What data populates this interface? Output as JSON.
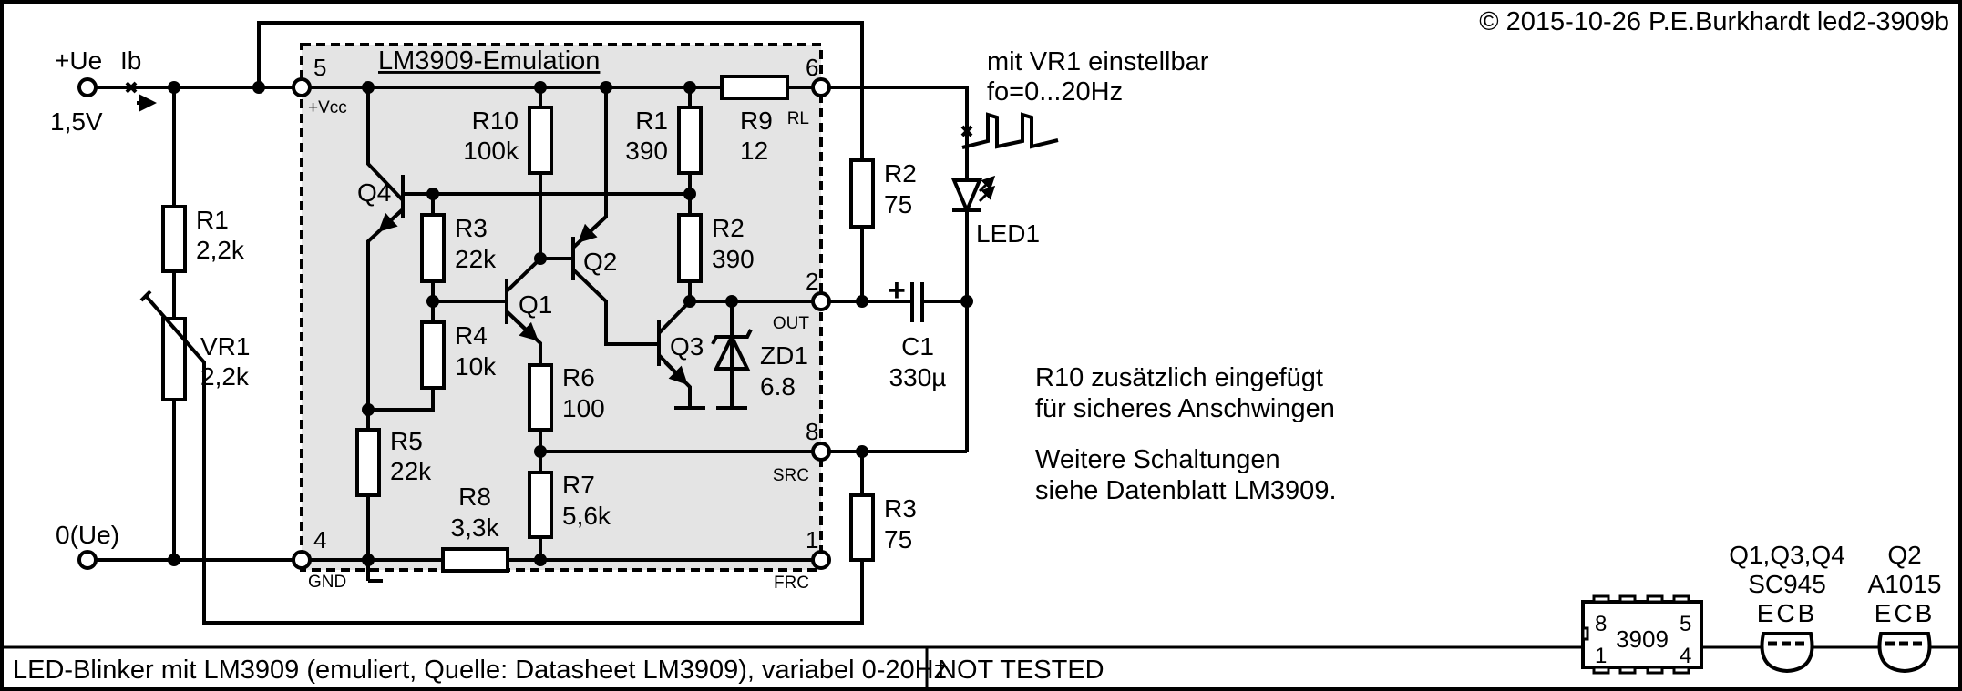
{
  "copyright": "© 2015-10-26 P.E.Burkhardt led2-3909b",
  "title_block": {
    "description": "LED-Blinker mit LM3909 (emuliert, Quelle: Datasheet LM3909), variabel 0-20Hz",
    "status": "NOT TESTED"
  },
  "colors": {
    "ic_fill": "#e4e4e4",
    "line": "#000000",
    "background": "#ffffff"
  },
  "supply": {
    "plus_label": "+Ue",
    "current_label": "Ib",
    "voltage": "1,5V",
    "ground_label": "0(Ue)"
  },
  "ic": {
    "title": "LM3909-Emulation",
    "pins": [
      {
        "number": "5",
        "name": "+Vcc"
      },
      {
        "number": "6",
        "name": "RL"
      },
      {
        "number": "2",
        "name": "OUT"
      },
      {
        "number": "8",
        "name": "SRC"
      },
      {
        "number": "1",
        "name": "FRC"
      },
      {
        "number": "4",
        "name": "GND"
      }
    ],
    "components": {
      "R10": {
        "name": "R10",
        "value": "100k"
      },
      "R1": {
        "name": "R1",
        "value": "390"
      },
      "R9": {
        "name": "R9",
        "value": "12"
      },
      "R2": {
        "name": "R2",
        "value": "390"
      },
      "R3": {
        "name": "R3",
        "value": "22k"
      },
      "R4": {
        "name": "R4",
        "value": "10k"
      },
      "R5": {
        "name": "R5",
        "value": "22k"
      },
      "R6": {
        "name": "R6",
        "value": "100"
      },
      "R7": {
        "name": "R7",
        "value": "5,6k"
      },
      "R8": {
        "name": "R8",
        "value": "3,3k"
      },
      "ZD1": {
        "name": "ZD1",
        "value": "6.8"
      },
      "Q1": {
        "name": "Q1"
      },
      "Q2": {
        "name": "Q2"
      },
      "Q3": {
        "name": "Q3"
      },
      "Q4": {
        "name": "Q4"
      }
    }
  },
  "external": {
    "R1": {
      "name": "R1",
      "value": "2,2k"
    },
    "VR1": {
      "name": "VR1",
      "value": "2,2k"
    },
    "R2": {
      "name": "R2",
      "value": "75"
    },
    "R3": {
      "name": "R3",
      "value": "75"
    },
    "C1": {
      "name": "C1",
      "value": "330µ",
      "polarity": "+"
    },
    "LED1": {
      "name": "LED1"
    }
  },
  "annotations": {
    "freq_line1": "mit VR1 einstellbar",
    "freq_line2": "fo=0...20Hz",
    "note1_line1": "R10 zusätzlich eingefügt",
    "note1_line2": "für sicheres Anschwingen",
    "note2_line1": "Weitere Schaltungen",
    "note2_line2": "siehe Datenblatt LM3909."
  },
  "pinout": {
    "ic_label": "3909",
    "ic_pins": {
      "top_left": "8",
      "bottom_left": "1",
      "top_right": "5",
      "bottom_right": "4"
    },
    "npn": {
      "types": "Q1,Q3,Q4",
      "part": "SC945",
      "pins": "ECB"
    },
    "pnp": {
      "types": "Q2",
      "part": "A1015",
      "pins": "ECB"
    }
  }
}
